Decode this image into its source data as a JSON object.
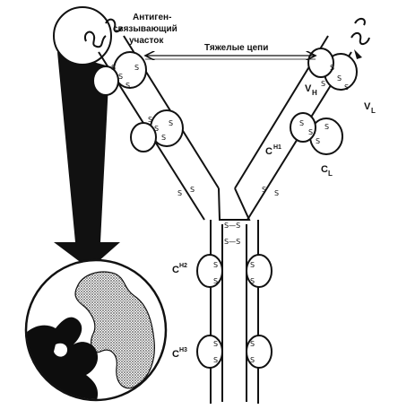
{
  "figure": {
    "labels": {
      "antigen_site_line1": "Антиген-",
      "antigen_site_line2": "связывающий",
      "antigen_site_line3": "участок",
      "heavy_chains": "Тяжелые цепи",
      "vh_main": "V",
      "vh_sub": "H",
      "vl_main": "V",
      "vl_sub": "L",
      "ch1_main": "C",
      "ch1_sup": "H1",
      "cl_main": "C",
      "cl_sub": "L",
      "ch2_main": "C",
      "ch2_sup": "H2",
      "ch3_main": "C",
      "ch3_sup": "H3"
    },
    "disulfide": {
      "s": "S",
      "hinge_bond": "S—S"
    },
    "colors": {
      "line": "#111111",
      "fill": "#ffffff",
      "dark": "#0d0d0d",
      "stipple": "#9a9a9a"
    }
  }
}
